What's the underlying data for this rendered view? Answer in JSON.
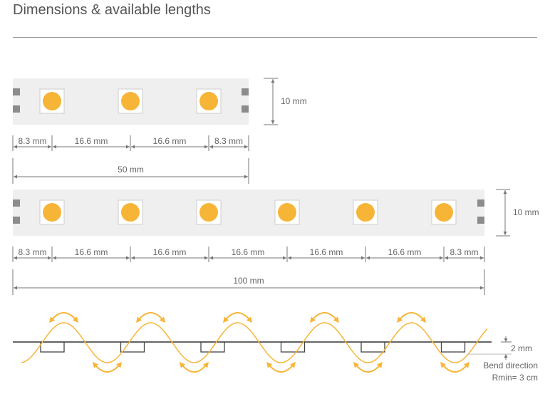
{
  "title": "Dimensions & available lengths",
  "colors": {
    "led": "#f7b538",
    "strip": "#efefef",
    "pad": "#8c8c8c",
    "wave": "#f7b538"
  },
  "strip_50": {
    "height_label": "10 mm",
    "segment_labels": [
      "8.3 mm",
      "16.6 mm",
      "16.6 mm",
      "8.3 mm"
    ],
    "total_label": "50 mm",
    "led_count": 3
  },
  "strip_100": {
    "height_label": "10 mm",
    "segment_labels": [
      "8.3 mm",
      "16.6 mm",
      "16.6 mm",
      "16.6 mm",
      "16.6 mm",
      "16.6 mm",
      "8.3 mm"
    ],
    "total_label": "100 mm",
    "led_count": 6
  },
  "bend": {
    "thickness_label": "2 mm",
    "direction_label": "Bend direction",
    "rmin_label": "Rmin= 3 cm"
  }
}
